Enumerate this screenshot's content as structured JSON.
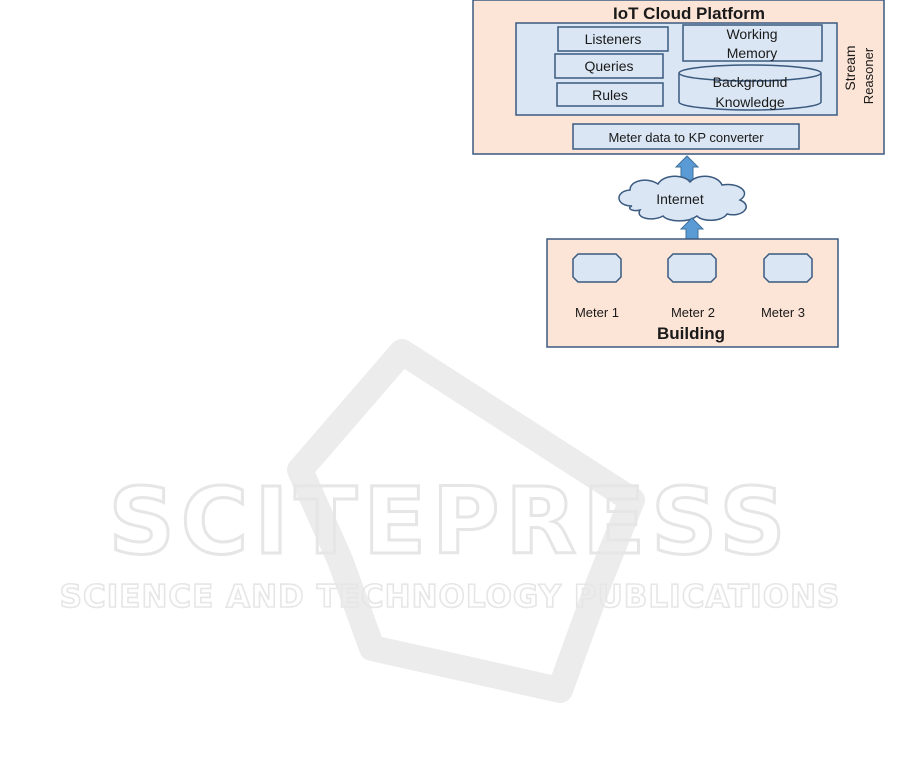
{
  "diagram": {
    "platform_title": "IoT Cloud Platform",
    "stream_reasoner": {
      "label_line1": "Stream",
      "label_line2": "Reasoner",
      "components": {
        "listeners": "Listeners",
        "queries": "Queries",
        "rules": "Rules",
        "working_memory_line1": "Working",
        "working_memory_line2": "Memory",
        "background_knowledge_line1": "Background",
        "background_knowledge_line2": "Knowledge"
      }
    },
    "converter": "Meter data to KP converter",
    "network": "Internet",
    "building": {
      "title": "Building",
      "meters": [
        "Meter 1",
        "Meter 2",
        "Meter 3"
      ]
    }
  },
  "watermark": {
    "main": "SCITEPRESS",
    "sub": "SCIENCE AND TECHNOLOGY PUBLICATIONS"
  },
  "colors": {
    "platform_fill": "#fce4d6",
    "component_fill": "#dae6f3",
    "border": "#3a5a80",
    "arrow": "#5b9bd5",
    "watermark": "#ececec"
  }
}
